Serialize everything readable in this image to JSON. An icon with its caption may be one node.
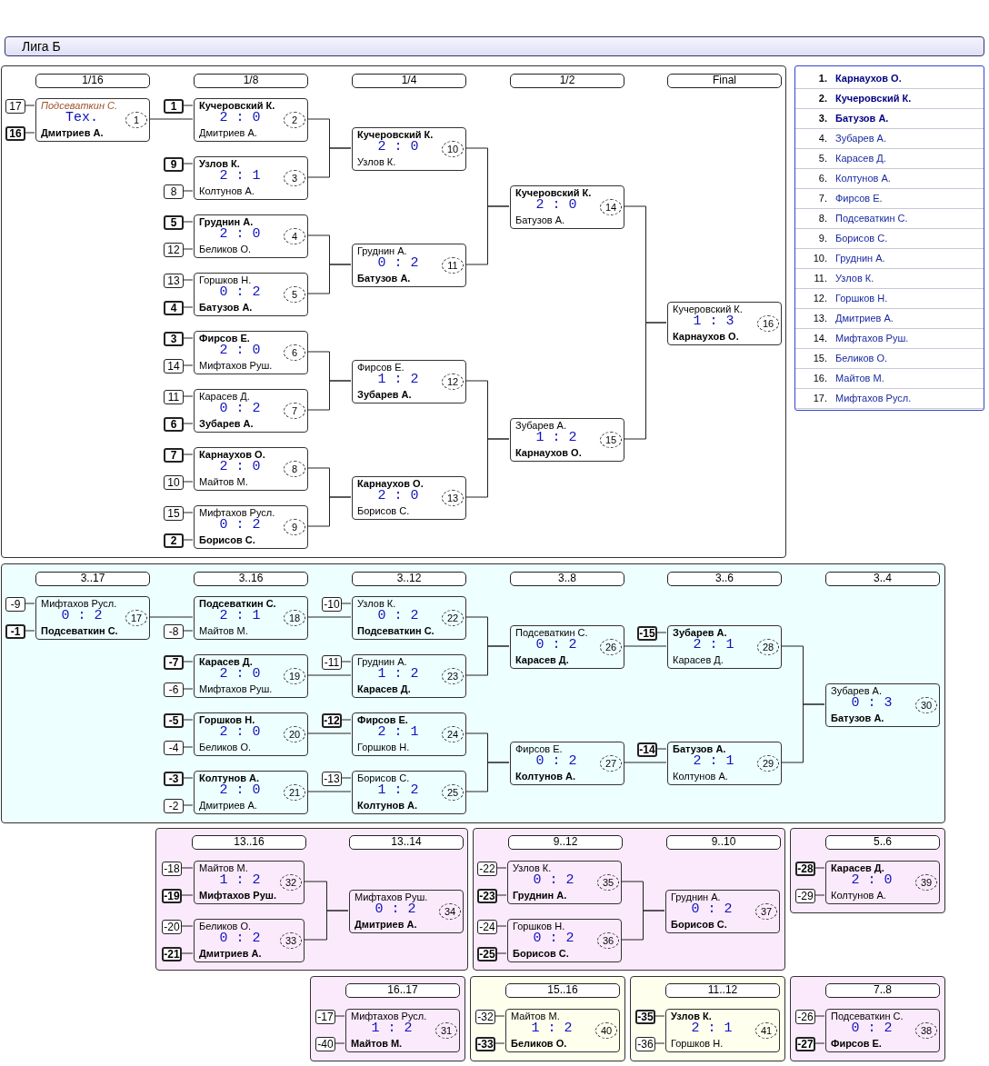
{
  "diagram": {
    "nodes": [
      {
        "text": [
          "Лига Б"
        ]
      },
      {
        "text": [],
        "shape": "box"
      },
      {
        "text": [
          "1/16"
        ],
        "in": 1
      },
      {
        "text": [
          "1/8"
        ],
        "in": 1
      },
      {
        "text": [
          "1/4"
        ],
        "in": 1
      },
      {
        "text": [
          "1/2"
        ],
        "in": 1
      },
      {
        "text": [
          "Final"
        ],
        "in": 1
      },
      {
        "text": [
          "17"
        ],
        "in": 1
      },
      {
        "text": [
          "16"
        ],
        "in": 1
      },
      {
        "text": [
          "Подсеваткин С.",
          "Тех.",
          "Дмитриев А."
        ],
        "in": 1
      },
      {
        "text": [
          "1"
        ],
        "in": 9
      },
      {
        "text": [
          "1"
        ],
        "in": 1
      },
      {
        "text": [
          "Кучеровский К.",
          "2 : 0",
          "Дмитриев А."
        ],
        "in": 1
      },
      {
        "text": [
          "2"
        ],
        "in": 12
      },
      {
        "text": [
          "9"
        ],
        "in": 1
      },
      {
        "text": [
          "8"
        ],
        "in": 1
      },
      {
        "text": [
          "Узлов К.",
          "2 : 1",
          "Колтунов А."
        ],
        "in": 1
      },
      {
        "text": [
          "3"
        ],
        "in": 16
      },
      {
        "text": [
          "5"
        ],
        "in": 1
      },
      {
        "text": [
          "12"
        ],
        "in": 1
      },
      {
        "text": [
          "Груднин А.",
          "2 : 0",
          "Беликов О."
        ],
        "in": 1
      },
      {
        "text": [
          "4"
        ],
        "in": 20
      },
      {
        "text": [
          "13"
        ],
        "in": 1
      },
      {
        "text": [
          "4"
        ],
        "in": 1
      },
      {
        "text": [
          "Горшков Н.",
          "0 : 2",
          "Батузов А."
        ],
        "in": 1
      },
      {
        "text": [
          "5"
        ],
        "in": 24
      },
      {
        "text": [
          "3"
        ],
        "in": 1
      },
      {
        "text": [
          "14"
        ],
        "in": 1
      },
      {
        "text": [
          "Фирсов Е.",
          "2 : 0",
          "Мифтахов Руш."
        ],
        "in": 1
      },
      {
        "text": [
          "6"
        ],
        "in": 28
      },
      {
        "text": [
          "11"
        ],
        "in": 1
      },
      {
        "text": [
          "6"
        ],
        "in": 1
      },
      {
        "text": [
          "Карасев Д.",
          "0 : 2",
          "Зубарев А."
        ],
        "in": 1
      },
      {
        "text": [
          "7"
        ],
        "in": 32
      },
      {
        "text": [
          "7"
        ],
        "in": 1
      },
      {
        "text": [
          "10"
        ],
        "in": 1
      },
      {
        "text": [
          "Карнаухов О.",
          "2 : 0",
          "Майтов М."
        ],
        "in": 1
      },
      {
        "text": [
          "8"
        ],
        "in": 36
      },
      {
        "text": [
          "15"
        ],
        "in": 1
      },
      {
        "text": [
          "2"
        ],
        "in": 1
      },
      {
        "text": [
          "Мифтахов Русл.",
          "0 : 2",
          "Борисов С."
        ],
        "in": 1
      },
      {
        "text": [
          "9"
        ],
        "in": 40
      },
      {
        "text": [
          "Кучеровский К.",
          "2 : 0",
          "Узлов К."
        ],
        "in": 1
      },
      {
        "text": [
          "10"
        ],
        "in": 42
      },
      {
        "text": [
          "Груднин А.",
          "0 : 2",
          "Батузов А."
        ],
        "in": 1
      },
      {
        "text": [
          "11"
        ],
        "in": 44
      },
      {
        "text": [
          "Фирсов Е.",
          "1 : 2",
          "Зубарев А."
        ],
        "in": 1
      },
      {
        "text": [
          "12"
        ],
        "in": 46
      },
      {
        "text": [
          "Карнаухов О.",
          "2 : 0",
          "Борисов С."
        ],
        "in": 1
      },
      {
        "text": [
          "13"
        ],
        "in": 48
      },
      {
        "text": [
          "Кучеровский К.",
          "2 : 0",
          "Батузов А."
        ],
        "in": 1
      },
      {
        "text": [
          "14"
        ],
        "in": 50
      },
      {
        "text": [
          "Зубарев А.",
          "1 : 2",
          "Карнаухов О."
        ],
        "in": 1
      },
      {
        "text": [
          "15"
        ],
        "in": 52
      },
      {
        "text": [
          "Кучеровский К.",
          "1 : 3",
          "Карнаухов О."
        ],
        "in": 1
      },
      {
        "text": [
          "16"
        ],
        "in": 54
      },
      {
        "text": [],
        "shape": "box"
      },
      {
        "text": [
          "3..17"
        ],
        "in": 56
      },
      {
        "text": [
          "3..16"
        ],
        "in": 56
      },
      {
        "text": [
          "3..12"
        ],
        "in": 56
      },
      {
        "text": [
          "3..8"
        ],
        "in": 56
      },
      {
        "text": [
          "3..6"
        ],
        "in": 56
      },
      {
        "text": [
          "3..4"
        ],
        "in": 56
      },
      {
        "text": [
          "-9"
        ],
        "in": 56
      },
      {
        "text": [
          "-1"
        ],
        "in": 56
      },
      {
        "text": [
          "Мифтахов Русл.",
          "0 : 2",
          "Подсеваткин С."
        ],
        "in": 56
      },
      {
        "text": [
          "17"
        ],
        "in": 65
      },
      {
        "text": [
          "-8"
        ],
        "in": 56
      },
      {
        "text": [
          "Подсеваткин С.",
          "2 : 1",
          "Майтов М."
        ],
        "in": 56
      },
      {
        "text": [
          "18"
        ],
        "in": 68
      },
      {
        "text": [
          "-7"
        ],
        "in": 56
      },
      {
        "text": [
          "-6"
        ],
        "in": 56
      },
      {
        "text": [
          "Карасев Д.",
          "2 : 0",
          "Мифтахов Руш."
        ],
        "in": 56
      },
      {
        "text": [
          "19"
        ],
        "in": 72
      },
      {
        "text": [
          "-5"
        ],
        "in": 56
      },
      {
        "text": [
          "-4"
        ],
        "in": 56
      },
      {
        "text": [
          "Горшков Н.",
          "2 : 0",
          "Беликов О."
        ],
        "in": 56
      },
      {
        "text": [
          "20"
        ],
        "in": 76
      },
      {
        "text": [
          "-3"
        ],
        "in": 56
      },
      {
        "text": [
          "-2"
        ],
        "in": 56
      },
      {
        "text": [
          "Колтунов А.",
          "2 : 0",
          "Дмитриев А."
        ],
        "in": 56
      },
      {
        "text": [
          "21"
        ],
        "in": 80
      },
      {
        "text": [
          "-10"
        ],
        "in": 56
      },
      {
        "text": [
          "Узлов К.",
          "0 : 2",
          "Подсеваткин С."
        ],
        "in": 56
      },
      {
        "text": [
          "22"
        ],
        "in": 83
      },
      {
        "text": [
          "-11"
        ],
        "in": 56
      },
      {
        "text": [
          "Груднин А.",
          "1 : 2",
          "Карасев Д."
        ],
        "in": 56
      },
      {
        "text": [
          "23"
        ],
        "in": 86
      },
      {
        "text": [
          "-12"
        ],
        "in": 56
      },
      {
        "text": [
          "Фирсов Е.",
          "2 : 1",
          "Горшков Н."
        ],
        "in": 56
      },
      {
        "text": [
          "24"
        ],
        "in": 89
      },
      {
        "text": [
          "-13"
        ],
        "in": 56
      },
      {
        "text": [
          "Борисов С.",
          "1 : 2",
          "Колтунов А."
        ],
        "in": 56
      },
      {
        "text": [
          "25"
        ],
        "in": 92
      },
      {
        "text": [
          "Подсеваткин С.",
          "0 : 2",
          "Карасев Д."
        ],
        "in": 56
      },
      {
        "text": [
          "26"
        ],
        "in": 94
      },
      {
        "text": [
          "Фирсов Е.",
          "0 : 2",
          "Колтунов А."
        ],
        "in": 56
      },
      {
        "text": [
          "27"
        ],
        "in": 96
      },
      {
        "text": [
          "-15"
        ],
        "in": 56
      },
      {
        "text": [
          "Зубарев А.",
          "2 : 1",
          "Карасев Д."
        ],
        "in": 56
      },
      {
        "text": [
          "28"
        ],
        "in": 99
      },
      {
        "text": [
          "-14"
        ],
        "in": 56
      },
      {
        "text": [
          "Батузов А.",
          "2 : 1",
          "Колтунов А."
        ],
        "in": 56
      },
      {
        "text": [
          "29"
        ],
        "in": 102
      },
      {
        "text": [
          "Зубарев А.",
          "0 : 3",
          "Батузов А."
        ],
        "in": 56
      },
      {
        "text": [
          "30"
        ],
        "in": 104
      },
      {
        "text": [],
        "shape": "box"
      },
      {
        "text": [
          "13..16"
        ],
        "in": 106
      },
      {
        "text": [
          "13..14"
        ],
        "in": 106
      },
      {
        "text": [
          "-18"
        ],
        "in": 106
      },
      {
        "text": [
          "-19"
        ],
        "in": 106
      },
      {
        "text": [
          "Майтов М.",
          "1 : 2",
          "Мифтахов Руш."
        ],
        "in": 106
      },
      {
        "text": [
          "32"
        ],
        "in": 111
      },
      {
        "text": [
          "-20"
        ],
        "in": 106
      },
      {
        "text": [
          "-21"
        ],
        "in": 106
      },
      {
        "text": [
          "Беликов О.",
          "0 : 2",
          "Дмитриев А."
        ],
        "in": 106
      },
      {
        "text": [
          "33"
        ],
        "in": 115
      },
      {
        "text": [
          "Мифтахов Руш.",
          "0 : 2",
          "Дмитриев А."
        ],
        "in": 106
      },
      {
        "text": [
          "34"
        ],
        "in": 117
      },
      {
        "text": [],
        "shape": "box"
      },
      {
        "text": [
          "9..12"
        ],
        "in": 119
      },
      {
        "text": [
          "9..10"
        ],
        "in": 119
      },
      {
        "text": [
          "-22"
        ],
        "in": 119
      },
      {
        "text": [
          "-23"
        ],
        "in": 119
      },
      {
        "text": [
          "Узлов К.",
          "0 : 2",
          "Груднин А."
        ],
        "in": 119
      },
      {
        "text": [
          "35"
        ],
        "in": 124
      },
      {
        "text": [
          "-24"
        ],
        "in": 119
      },
      {
        "text": [
          "-25"
        ],
        "in": 119
      },
      {
        "text": [
          "Горшков Н.",
          "0 : 2",
          "Борисов С."
        ],
        "in": 119
      },
      {
        "text": [
          "36"
        ],
        "in": 128
      },
      {
        "text": [
          "Груднин А.",
          "0 : 2",
          "Борисов С."
        ],
        "in": 119
      },
      {
        "text": [
          "37"
        ],
        "in": 130
      },
      {
        "text": [],
        "shape": "box"
      },
      {
        "text": [
          "5..6"
        ],
        "in": 132
      },
      {
        "text": [
          "-28"
        ],
        "in": 132
      },
      {
        "text": [
          "-29"
        ],
        "in": 132
      },
      {
        "text": [
          "Карасев Д.",
          "2 : 0",
          "Колтунов А."
        ],
        "in": 132
      },
      {
        "text": [
          "39"
        ],
        "in": 136
      },
      {
        "text": [],
        "shape": "box"
      },
      {
        "text": [
          "16..17"
        ],
        "in": 138
      },
      {
        "text": [
          "-17"
        ],
        "in": 138
      },
      {
        "text": [
          "-40"
        ],
        "in": 138
      },
      {
        "text": [
          "Мифтахов Русл.",
          "1 : 2",
          "Майтов М."
        ],
        "in": 138
      },
      {
        "text": [
          "31"
        ],
        "in": 142
      },
      {
        "text": [],
        "shape": "box"
      },
      {
        "text": [
          "15..16"
        ],
        "in": 144
      },
      {
        "text": [
          "-32"
        ],
        "in": 144
      },
      {
        "text": [
          "-33"
        ],
        "in": 144
      },
      {
        "text": [
          "Майтов М.",
          "1 : 2",
          "Беликов О."
        ],
        "in": 144
      },
      {
        "text": [
          "40"
        ],
        "in": 148
      },
      {
        "text": [],
        "shape": "box"
      },
      {
        "text": [
          "11..12"
        ],
        "in": 150
      },
      {
        "text": [
          "-35"
        ],
        "in": 150
      },
      {
        "text": [
          "-36"
        ],
        "in": 150
      },
      {
        "text": [
          "Узлов К.",
          "2 : 1",
          "Горшков Н."
        ],
        "in": 150
      },
      {
        "text": [
          "41"
        ],
        "in": 154
      },
      {
        "text": [],
        "shape": "box"
      },
      {
        "text": [
          "7..8"
        ],
        "in": 156
      },
      {
        "text": [
          "-26"
        ],
        "in": 156
      },
      {
        "text": [
          "-27"
        ],
        "in": 156
      },
      {
        "text": [
          "Подсеваткин С.",
          "0 : 2",
          "Фирсов Е."
        ],
        "in": 156
      },
      {
        "text": [
          "38"
        ],
        "in": 160
      }
    ],
    "edges": [
      {
        "from": 7,
        "to": 9,
        "arrow": "none"
      },
      {
        "from": 8,
        "to": 9,
        "arrow": "none"
      },
      {
        "from": 11,
        "to": 12,
        "arrow": "none"
      },
      {
        "from": 14,
        "to": 16,
        "arrow": "none"
      },
      {
        "from": 15,
        "to": 16,
        "arrow": "none"
      },
      {
        "from": 18,
        "to": 20,
        "arrow": "none"
      },
      {
        "from": 19,
        "to": 20,
        "arrow": "none"
      },
      {
        "from": 22,
        "to": 24,
        "arrow": "none"
      },
      {
        "from": 23,
        "to": 24,
        "arrow": "none"
      },
      {
        "from": 26,
        "to": 28,
        "arrow": "none"
      },
      {
        "from": 27,
        "to": 28,
        "arrow": "none"
      },
      {
        "from": 30,
        "to": 32,
        "arrow": "none"
      },
      {
        "from": 31,
        "to": 32,
        "arrow": "none"
      },
      {
        "from": 34,
        "to": 36,
        "arrow": "none"
      },
      {
        "from": 35,
        "to": 36,
        "arrow": "none"
      },
      {
        "from": 38,
        "to": 40,
        "arrow": "none"
      },
      {
        "from": 39,
        "to": 40,
        "arrow": "none"
      },
      {
        "from": 9,
        "to": 12,
        "arrow": "none"
      },
      {
        "from": 12,
        "to": 42,
        "arrow": "none"
      },
      {
        "from": 16,
        "to": 42,
        "arrow": "none"
      },
      {
        "from": 20,
        "to": 44,
        "arrow": "none"
      },
      {
        "from": 24,
        "to": 44,
        "arrow": "none"
      },
      {
        "from": 28,
        "to": 46,
        "arrow": "none"
      },
      {
        "from": 32,
        "to": 46,
        "arrow": "none"
      },
      {
        "from": 36,
        "to": 48,
        "arrow": "none"
      },
      {
        "from": 40,
        "to": 48,
        "arrow": "none"
      },
      {
        "from": 42,
        "to": 50,
        "arrow": "none"
      },
      {
        "from": 44,
        "to": 50,
        "arrow": "none"
      },
      {
        "from": 46,
        "to": 52,
        "arrow": "none"
      },
      {
        "from": 48,
        "to": 52,
        "arrow": "none"
      },
      {
        "from": 50,
        "to": 54,
        "arrow": "none"
      },
      {
        "from": 52,
        "to": 54,
        "arrow": "none"
      },
      {
        "from": 63,
        "to": 65,
        "arrow": "none"
      },
      {
        "from": 64,
        "to": 65,
        "arrow": "none"
      },
      {
        "from": 67,
        "to": 68,
        "arrow": "none"
      },
      {
        "from": 70,
        "to": 72,
        "arrow": "none"
      },
      {
        "from": 71,
        "to": 72,
        "arrow": "none"
      },
      {
        "from": 74,
        "to": 76,
        "arrow": "none"
      },
      {
        "from": 75,
        "to": 76,
        "arrow": "none"
      },
      {
        "from": 78,
        "to": 80,
        "arrow": "none"
      },
      {
        "from": 79,
        "to": 80,
        "arrow": "none"
      },
      {
        "from": 82,
        "to": 83,
        "arrow": "none"
      },
      {
        "from": 85,
        "to": 86,
        "arrow": "none"
      },
      {
        "from": 88,
        "to": 89,
        "arrow": "none"
      },
      {
        "from": 91,
        "to": 92,
        "arrow": "none"
      },
      {
        "from": 98,
        "to": 99,
        "arrow": "none"
      },
      {
        "from": 101,
        "to": 102,
        "arrow": "none"
      },
      {
        "from": 65,
        "to": 68,
        "arrow": "none"
      },
      {
        "from": 68,
        "to": 83,
        "arrow": "none"
      },
      {
        "from": 72,
        "to": 86,
        "arrow": "none"
      },
      {
        "from": 76,
        "to": 89,
        "arrow": "none"
      },
      {
        "from": 80,
        "to": 92,
        "arrow": "none"
      },
      {
        "from": 83,
        "to": 94,
        "arrow": "none"
      },
      {
        "from": 86,
        "to": 94,
        "arrow": "none"
      },
      {
        "from": 89,
        "to": 96,
        "arrow": "none"
      },
      {
        "from": 92,
        "to": 96,
        "arrow": "none"
      },
      {
        "from": 94,
        "to": 99,
        "arrow": "none"
      },
      {
        "from": 96,
        "to": 102,
        "arrow": "none"
      },
      {
        "from": 99,
        "to": 104,
        "arrow": "none"
      },
      {
        "from": 102,
        "to": 104,
        "arrow": "none"
      },
      {
        "from": 109,
        "to": 111,
        "arrow": "none"
      },
      {
        "from": 110,
        "to": 111,
        "arrow": "none"
      },
      {
        "from": 113,
        "to": 115,
        "arrow": "none"
      },
      {
        "from": 114,
        "to": 115,
        "arrow": "none"
      },
      {
        "from": 111,
        "to": 117,
        "arrow": "none"
      },
      {
        "from": 115,
        "to": 117,
        "arrow": "none"
      },
      {
        "from": 122,
        "to": 124,
        "arrow": "none"
      },
      {
        "from": 123,
        "to": 124,
        "arrow": "none"
      },
      {
        "from": 126,
        "to": 128,
        "arrow": "none"
      },
      {
        "from": 127,
        "to": 128,
        "arrow": "none"
      },
      {
        "from": 124,
        "to": 130,
        "arrow": "none"
      },
      {
        "from": 128,
        "to": 130,
        "arrow": "none"
      },
      {
        "from": 134,
        "to": 136,
        "arrow": "none"
      },
      {
        "from": 135,
        "to": 136,
        "arrow": "none"
      },
      {
        "from": 140,
        "to": 142,
        "arrow": "none"
      },
      {
        "from": 141,
        "to": 142,
        "arrow": "none"
      },
      {
        "from": 146,
        "to": 148,
        "arrow": "none"
      },
      {
        "from": 147,
        "to": 148,
        "arrow": "none"
      },
      {
        "from": 152,
        "to": 154,
        "arrow": "none"
      },
      {
        "from": 153,
        "to": 154,
        "arrow": "none"
      },
      {
        "from": 158,
        "to": 160,
        "arrow": "none"
      },
      {
        "from": 159,
        "to": 160,
        "arrow": "none"
      }
    ],
    "labels": [
      "1.",
      "Карнаухов О.",
      "2.",
      "Кучеровский К.",
      "3.",
      "Батузов А.",
      "4.",
      "Зубарев А.",
      "5.",
      "Карасев Д.",
      "6.",
      "Колтунов А.",
      "7.",
      "Фирсов Е.",
      "8.",
      "Подсеваткин С.",
      "9.",
      "Борисов С.",
      "10.",
      "Груднин А.",
      "11.",
      "Узлов К.",
      "12.",
      "Горшков Н.",
      "13.",
      "Дмитриев А.",
      "14.",
      "Мифтахов Руш.",
      "15.",
      "Беликов О.",
      "16.",
      "Майтов М.",
      "17.",
      "Мифтахов Русл."
    ]
  }
}
